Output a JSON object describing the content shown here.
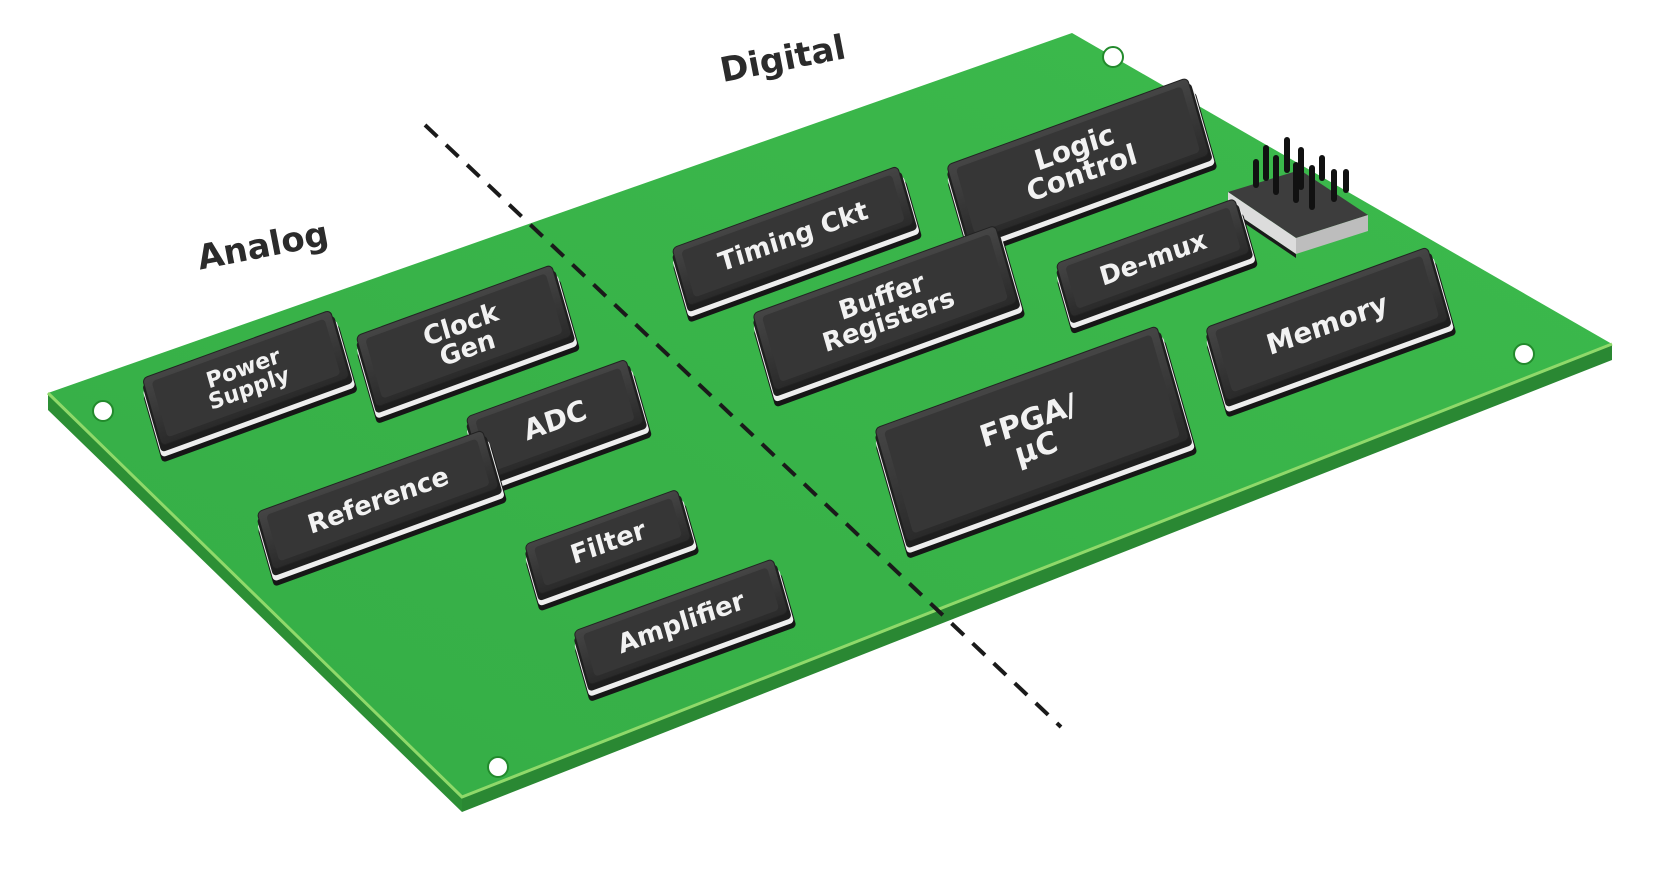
{
  "regions": {
    "analog": "Analog",
    "digital": "Digital"
  },
  "chips": {
    "power_supply": [
      "Power",
      "Supply"
    ],
    "clock_gen": [
      "Clock",
      "Gen"
    ],
    "adc": [
      "ADC"
    ],
    "reference": [
      "Reference"
    ],
    "filter": [
      "Filter"
    ],
    "amplifier": [
      "Amplifier"
    ],
    "timing_ckt": [
      "Timing Ckt"
    ],
    "logic_control": [
      "Logic",
      "Control"
    ],
    "buffer_registers": [
      "Buffer",
      "Registers"
    ],
    "de_mux": [
      "De-mux"
    ],
    "memory": [
      "Memory"
    ],
    "fpga_uc": [
      "FPGA/",
      "µC"
    ]
  },
  "colors": {
    "board_top": "#3ab54a",
    "board_edge": "#2a8a33",
    "chip_body": "#2f2f2f",
    "chip_top": "#3a3a3a",
    "chip_text": "#f2f2f2",
    "divider": "#1a1a1a"
  }
}
